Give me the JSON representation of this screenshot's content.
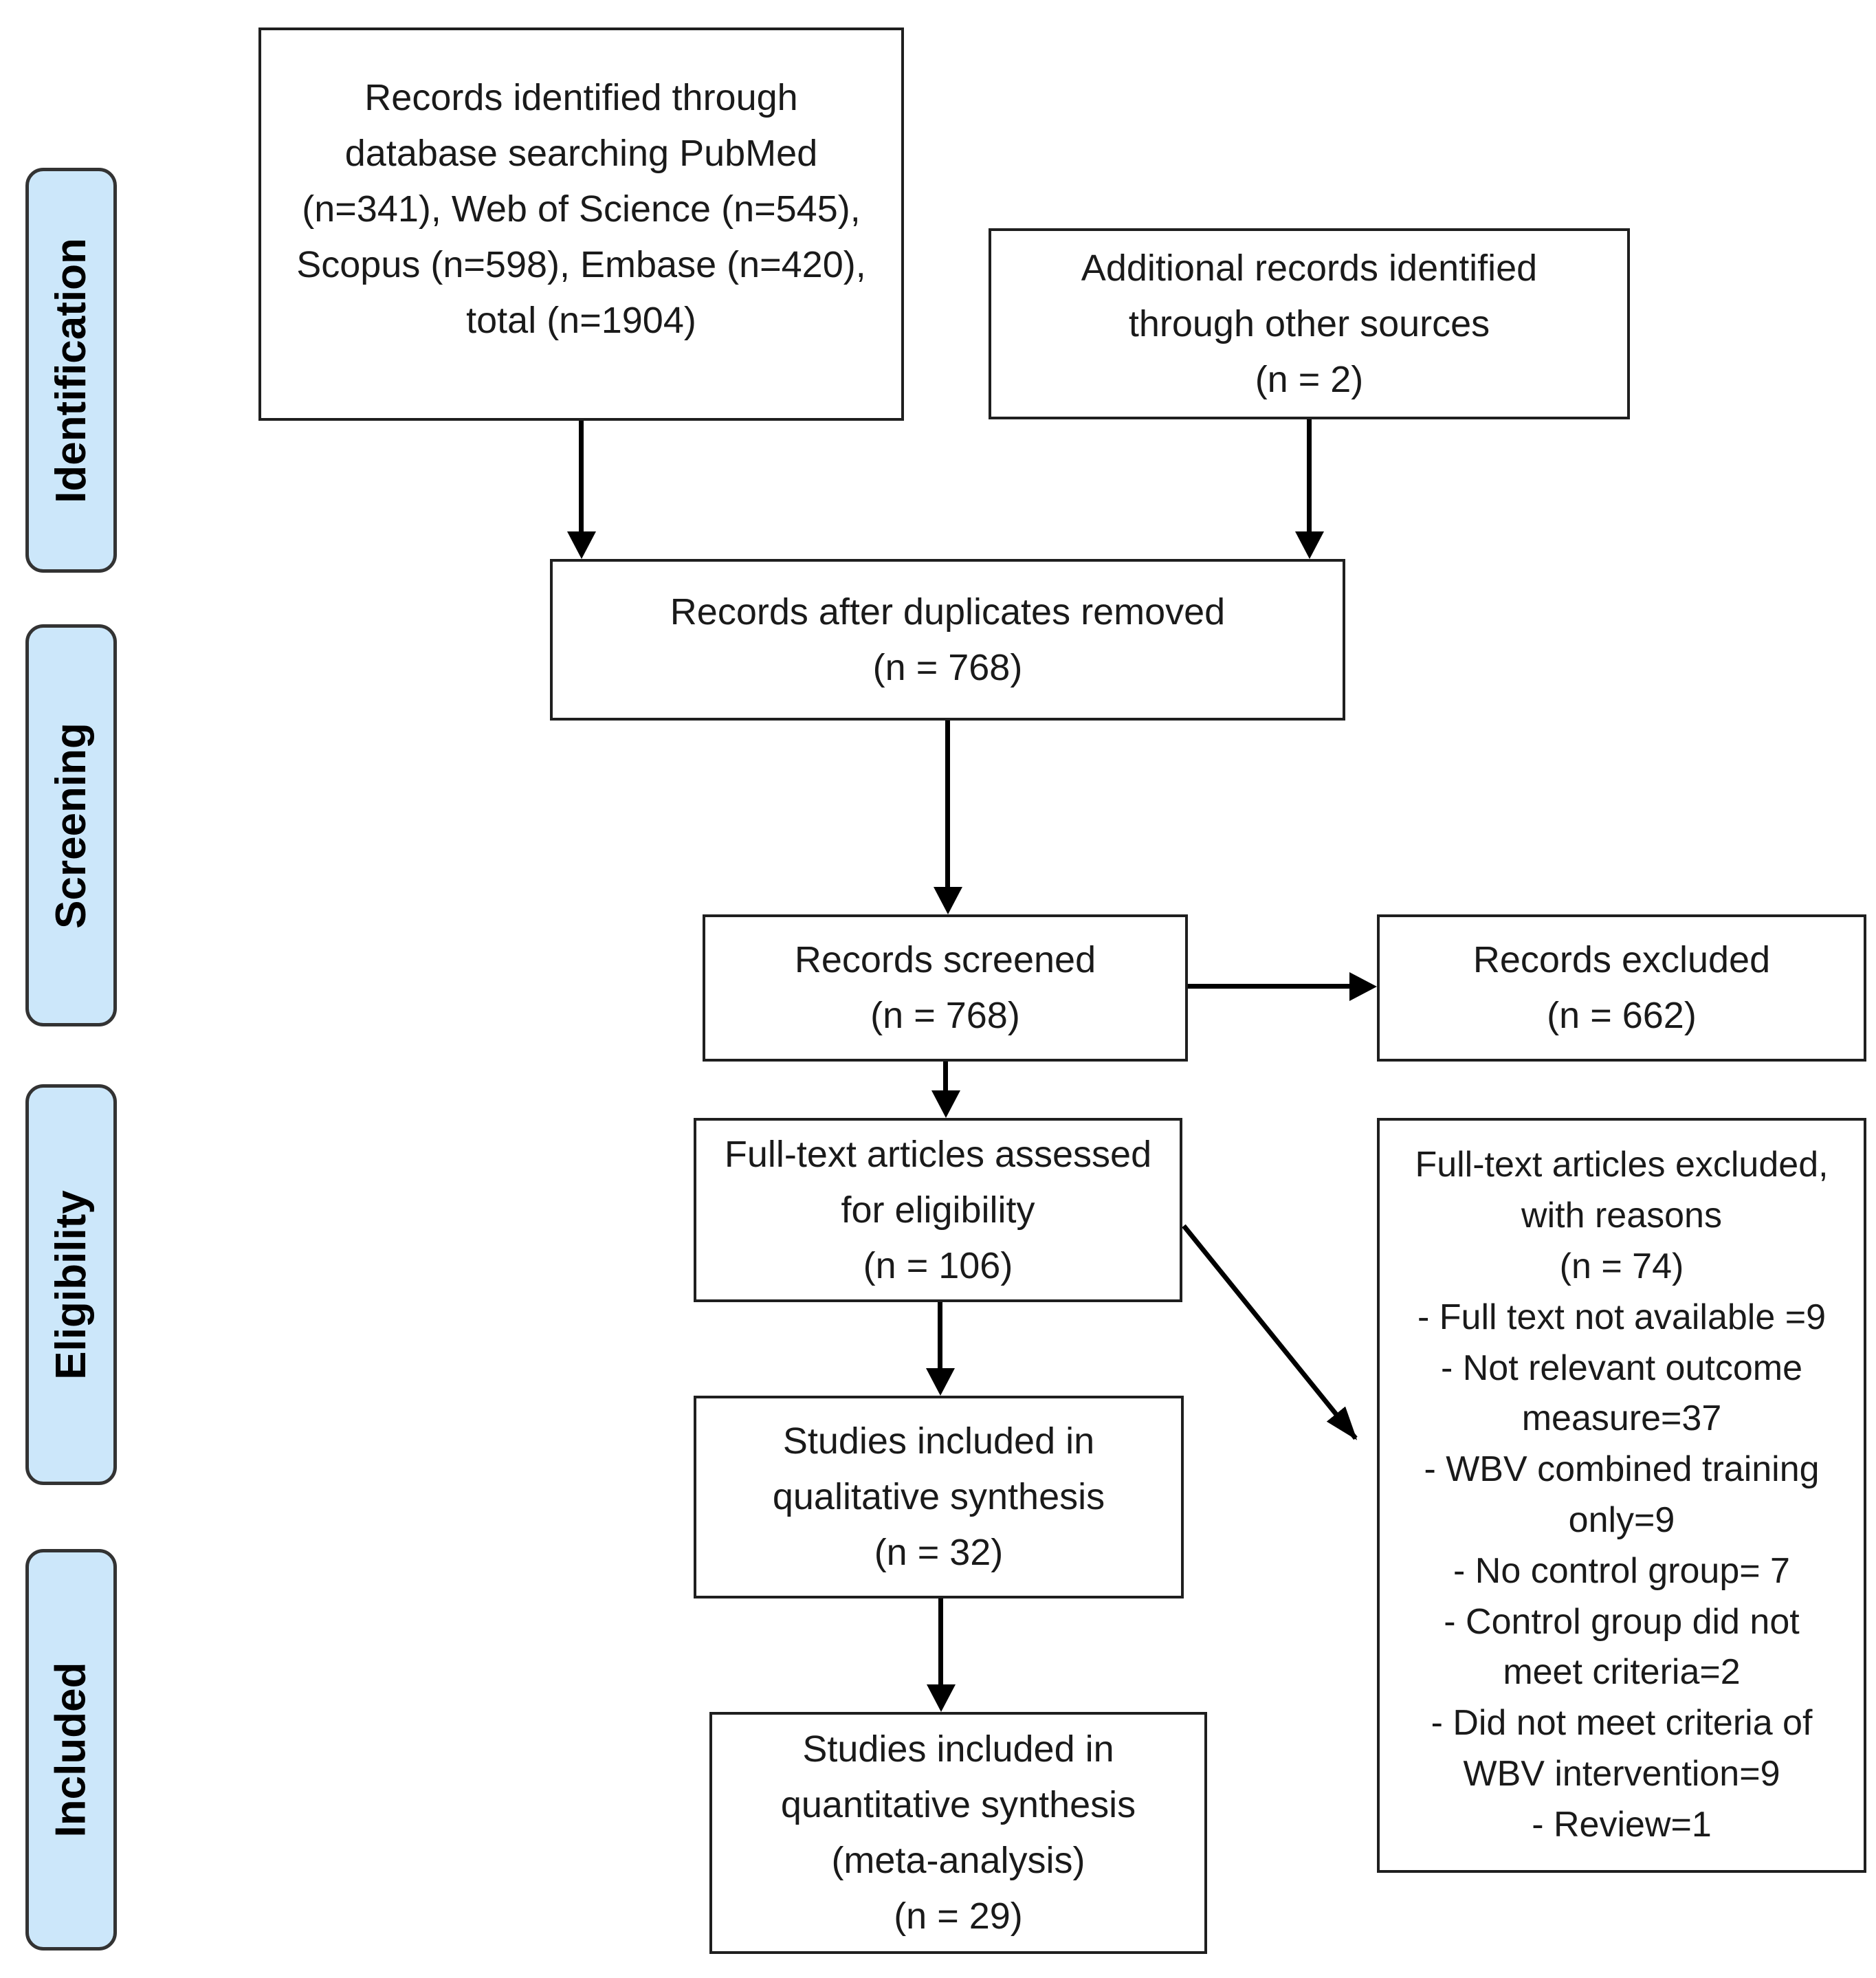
{
  "sidebar": {
    "stages": [
      {
        "label": "Identification"
      },
      {
        "label": "Screening"
      },
      {
        "label": "Eligibility"
      },
      {
        "label": "Included"
      }
    ]
  },
  "boxes": {
    "identified": {
      "text": "Records identified through\ndatabase searching PubMed\n(n=341), Web of Science (n=545),\nScopus (n=598), Embase (n=420),\ntotal (n=1904)"
    },
    "additional": {
      "text": "Additional records identified\nthrough other sources\n(n = 2)"
    },
    "deduplicated": {
      "text": "Records after duplicates removed\n(n = 768)"
    },
    "screened": {
      "text": "Records screened\n(n = 768)"
    },
    "excluded": {
      "text": "Records excluded\n(n = 662)"
    },
    "fulltext_assessed": {
      "text": "Full-text articles assessed\nfor eligibility\n(n = 106)"
    },
    "fulltext_excluded": {
      "text": "Full-text articles excluded,\nwith reasons\n(n = 74)\n- Full text not available =9\n- Not relevant outcome\nmeasure=37\n- WBV combined training\nonly=9\n- No control group= 7\n- Control group did not\nmeet criteria=2\n- Did not meet criteria of\nWBV intervention=9\n- Review=1"
    },
    "qualitative": {
      "text": "Studies included in\nqualitative synthesis\n(n = 32)"
    },
    "quantitative": {
      "text": "Studies included in\nquantitative synthesis\n(meta-analysis)\n(n = 29)"
    }
  },
  "colors": {
    "stage_fill": "#cce7fa",
    "stage_border": "#333333",
    "box_border": "#1f1f1f",
    "box_fill": "#ffffff",
    "arrow": "#000000",
    "text": "#1a1a1a",
    "background": "#ffffff"
  }
}
